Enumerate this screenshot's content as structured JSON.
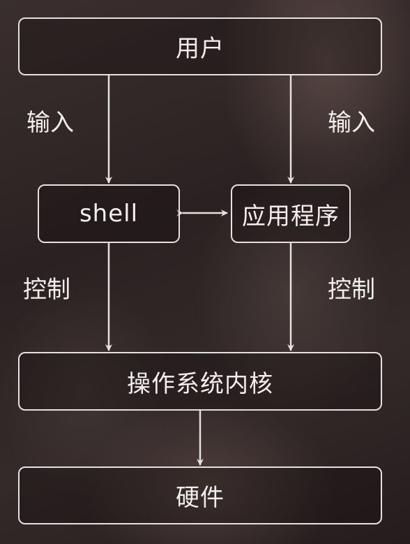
{
  "nodes": {
    "user": "用户",
    "shell": "shell",
    "app": "应用程序",
    "kernel": "操作系统内核",
    "hardware": "硬件"
  },
  "edge_labels": {
    "input_left": "输入",
    "input_right": "输入",
    "control_left": "控制",
    "control_right": "控制"
  },
  "colors": {
    "stroke": "#e6e0df",
    "text": "#f3efef"
  }
}
